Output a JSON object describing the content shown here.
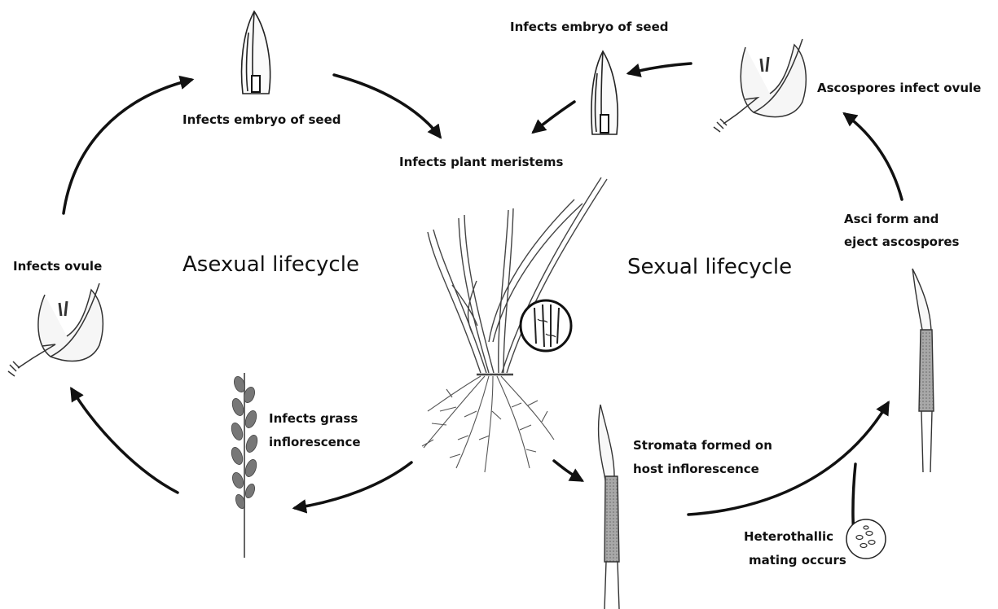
{
  "cycles": {
    "asexual_title": "Asexual lifecycle",
    "sexual_title": "Sexual lifecycle"
  },
  "labels": {
    "infects_embryo_left": "Infects embryo of seed",
    "infects_embryo_right": "Infects embryo of seed",
    "infects_meristems": "Infects plant meristems",
    "ascospores_infect": "Ascospores infect ovule",
    "asci_line1": "Asci form and",
    "asci_line2": "eject ascospores",
    "infects_ovule": "Infects ovule",
    "grass_line1": "Infects grass",
    "grass_line2": "inflorescence",
    "stromata_line1": "Stromata formed on",
    "stromata_line2": "host inflorescence",
    "mating_line1": "Heterothallic",
    "mating_line2": "mating occurs"
  },
  "colors": {
    "ink": "#111111",
    "stroma_fill": "#9a9a9a",
    "paper": "#ffffff"
  }
}
